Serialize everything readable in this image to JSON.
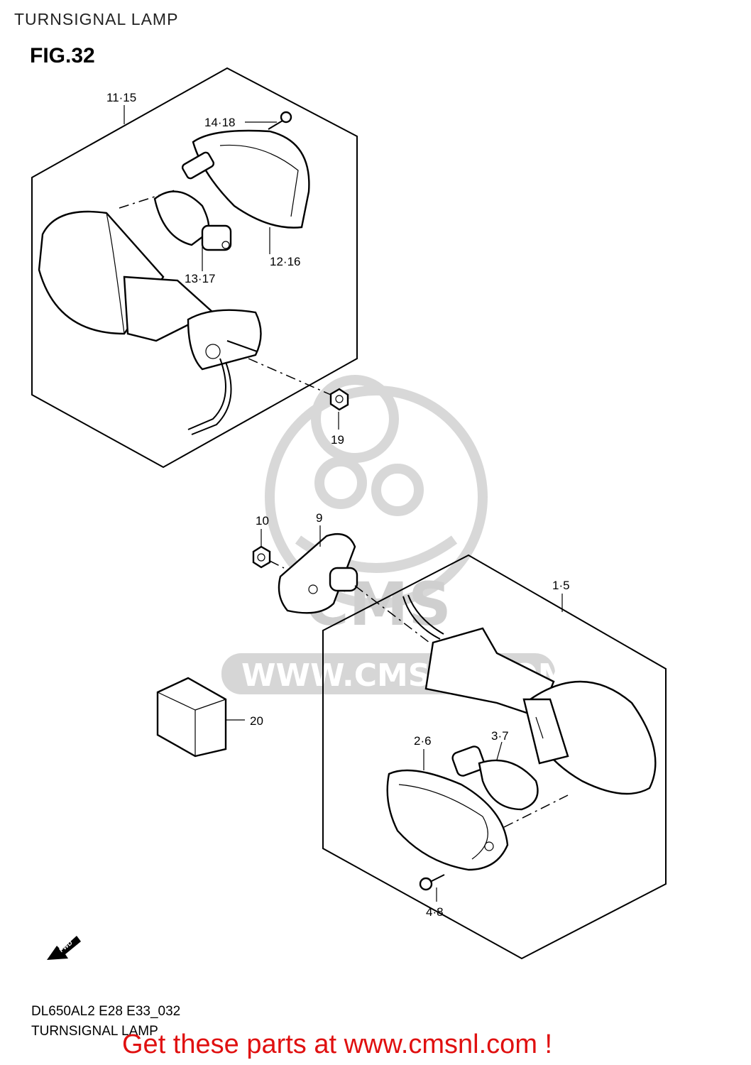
{
  "header": {
    "title": "TURNSIGNAL LAMP"
  },
  "figure": {
    "label": "FIG.32"
  },
  "callouts": [
    {
      "id": "c-11-15",
      "text": "11·15"
    },
    {
      "id": "c-14-18",
      "text": "14·18"
    },
    {
      "id": "c-12-16",
      "text": "12·16"
    },
    {
      "id": "c-13-17",
      "text": "13·17"
    },
    {
      "id": "c-19",
      "text": "19"
    },
    {
      "id": "c-10",
      "text": "10"
    },
    {
      "id": "c-9",
      "text": "9"
    },
    {
      "id": "c-1-5",
      "text": "1·5"
    },
    {
      "id": "c-20",
      "text": "20"
    },
    {
      "id": "c-2-6",
      "text": "2·6"
    },
    {
      "id": "c-3-7",
      "text": "3·7"
    },
    {
      "id": "c-4-8",
      "text": "4·8"
    }
  ],
  "direction_arrow": {
    "label": "FWD"
  },
  "watermark": {
    "brand": "CMS",
    "url": "WWW.CMSNL.COM"
  },
  "footer": {
    "code": "DL650AL2 E28 E33_032",
    "title": "TURNSIGNAL LAMP",
    "promo": "Get these parts at www.cmsnl.com !"
  },
  "colors": {
    "promo": "#e01010",
    "watermark": "#d0d0d0",
    "line": "#000000"
  }
}
